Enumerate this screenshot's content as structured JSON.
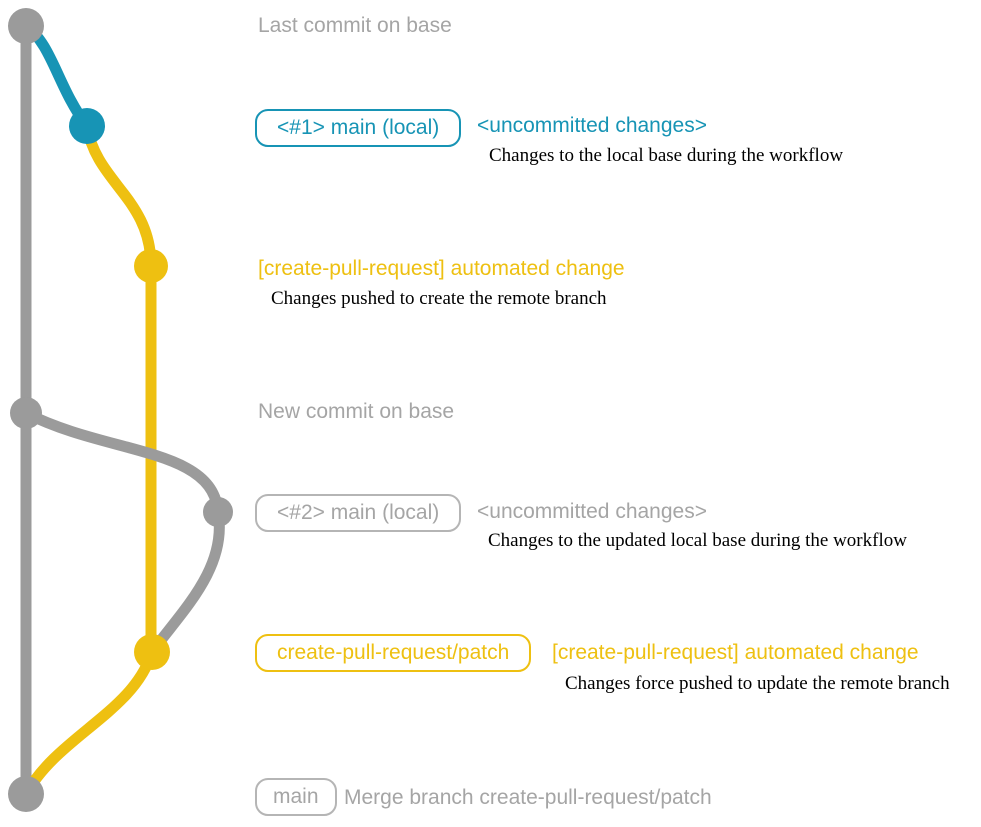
{
  "diagram": {
    "title_hidden": "",
    "colors": {
      "base_gray": "#9B9B9B",
      "local_blue": "#1794B5",
      "patch_yellow": "#EEC011",
      "label_gray": "#A5A5A5",
      "badge_border_gray": "#B5B5B5",
      "description_black": "#000000"
    },
    "commits": [
      {
        "id": "last-base",
        "branch": "base",
        "label": "Last commit on base"
      },
      {
        "id": "main-local-1",
        "branch": "main-local",
        "badge": "<#1> main (local)",
        "label": "<uncommitted changes>",
        "desc": "Changes to the local base during the workflow"
      },
      {
        "id": "patch-1",
        "branch": "create-pull-request/patch",
        "label": "[create-pull-request] automated change",
        "desc": "Changes pushed to create the remote branch"
      },
      {
        "id": "new-base",
        "branch": "base",
        "label": "New commit on base"
      },
      {
        "id": "main-local-2",
        "branch": "main-local",
        "badge": "<#2> main (local)",
        "label": "<uncommitted changes>",
        "desc": "Changes to the updated local base during the workflow"
      },
      {
        "id": "patch-2",
        "branch": "create-pull-request/patch",
        "badge": "create-pull-request/patch",
        "label": "[create-pull-request] automated change",
        "desc": "Changes force pushed to update the remote branch"
      },
      {
        "id": "merge",
        "branch": "main",
        "badge": "main",
        "label": "Merge branch create-pull-request/patch"
      }
    ]
  }
}
